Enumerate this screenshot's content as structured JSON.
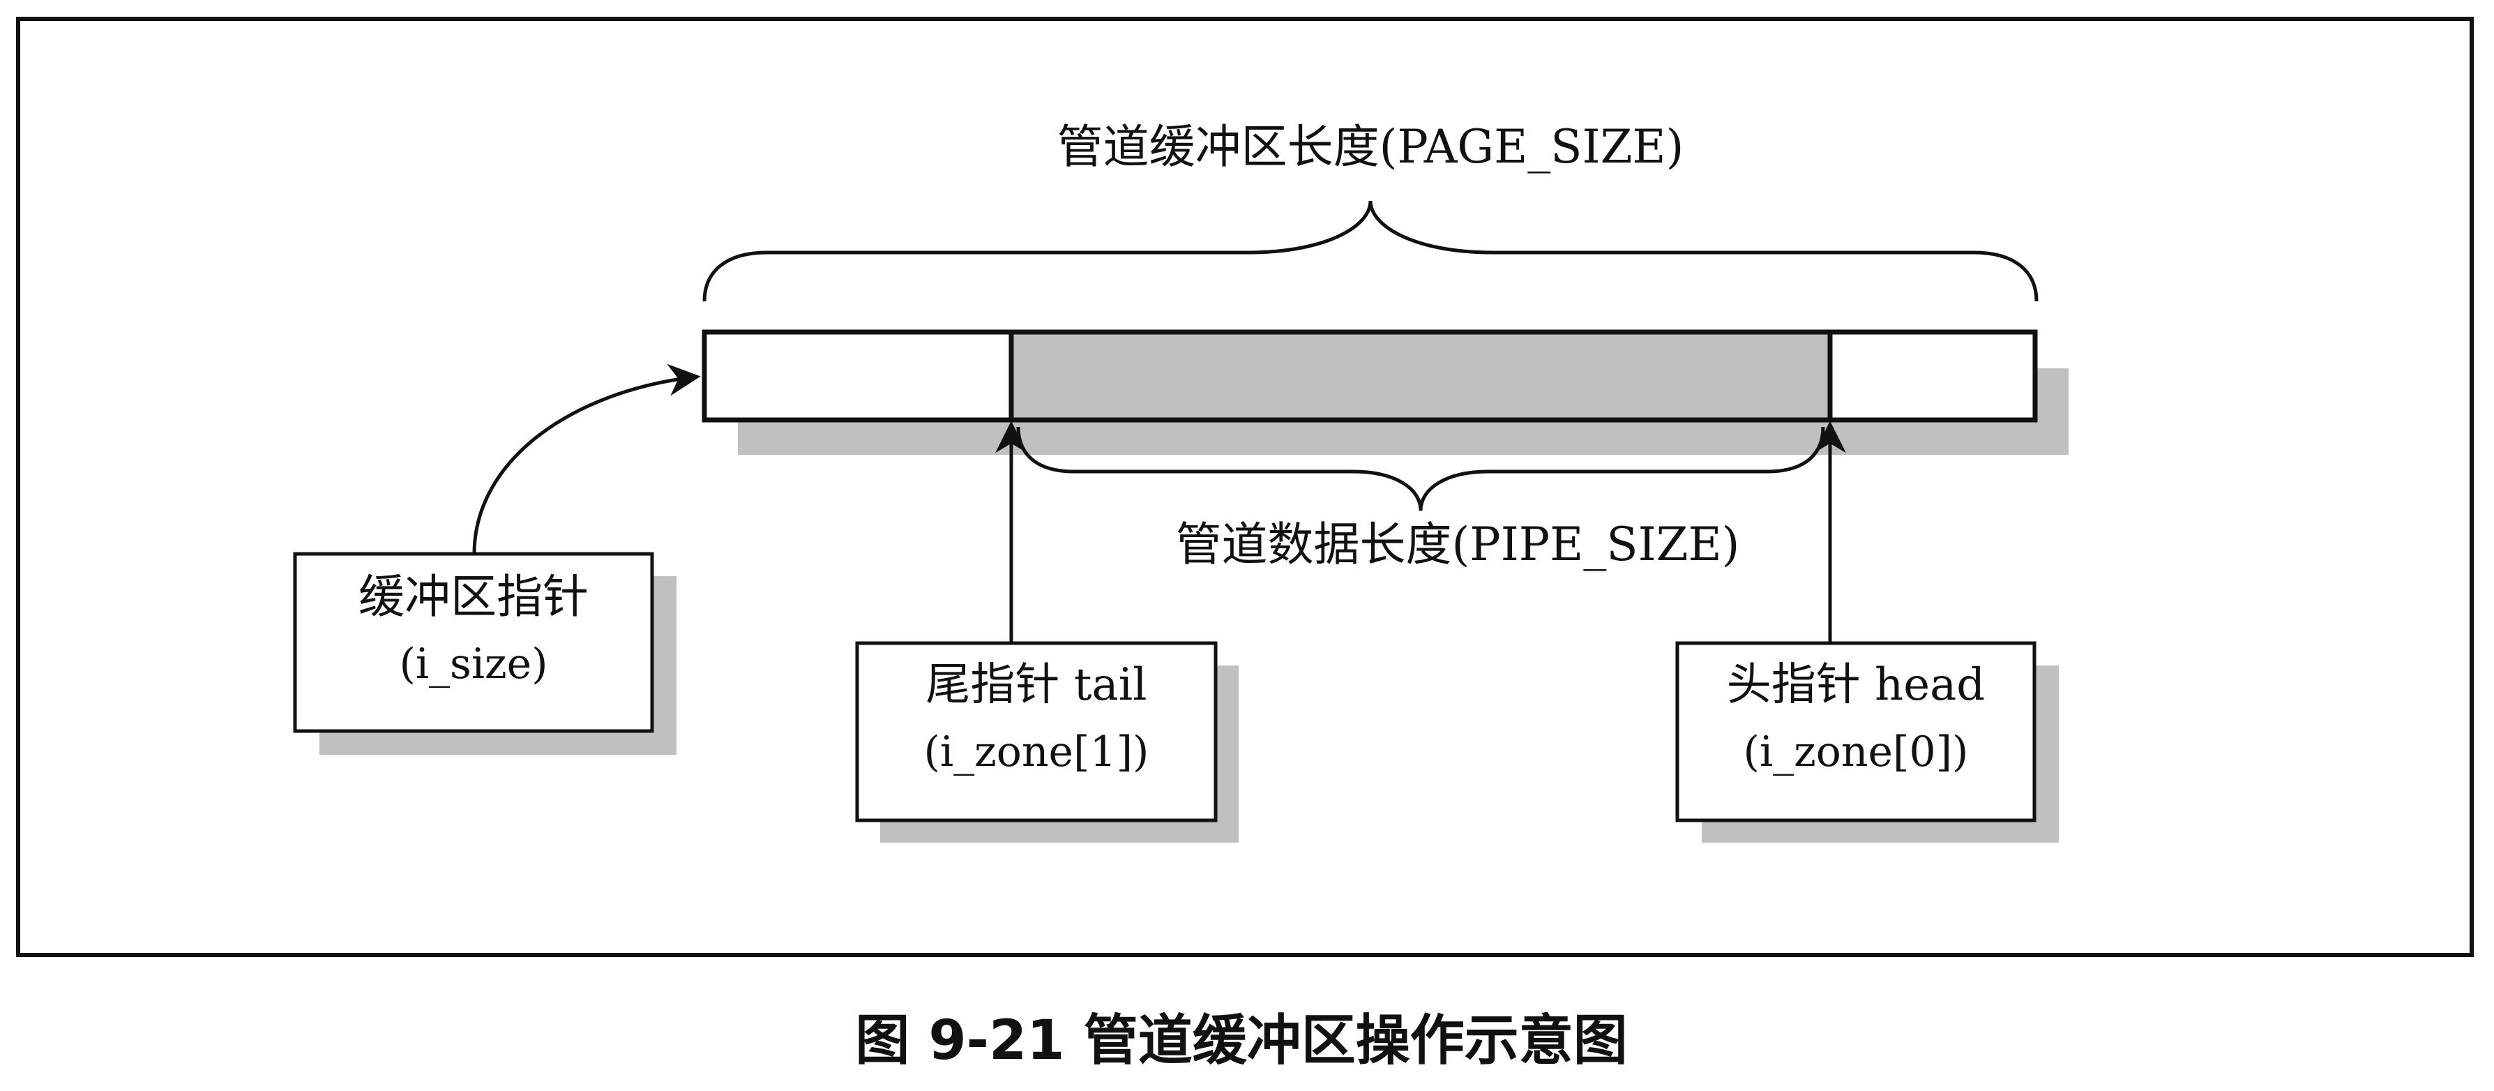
{
  "labels": {
    "buffer_length": "管道缓冲区长度(PAGE_SIZE)",
    "data_length": "管道数据长度(PIPE_SIZE)",
    "buffer_pointer": {
      "line1": "缓冲区指针",
      "line2": "(i_size)"
    },
    "tail_pointer": {
      "line1": "尾指针 tail",
      "line2": "(i_zone[1])"
    },
    "head_pointer": {
      "line1": "头指针 head",
      "line2": "(i_zone[0])"
    }
  },
  "caption": "图 9-21 管道缓冲区操作示意图",
  "colors": {
    "line": "#111111",
    "shadow": "#c0c0c0",
    "data_fill": "#c0c0c0",
    "background": "#ffffff"
  }
}
